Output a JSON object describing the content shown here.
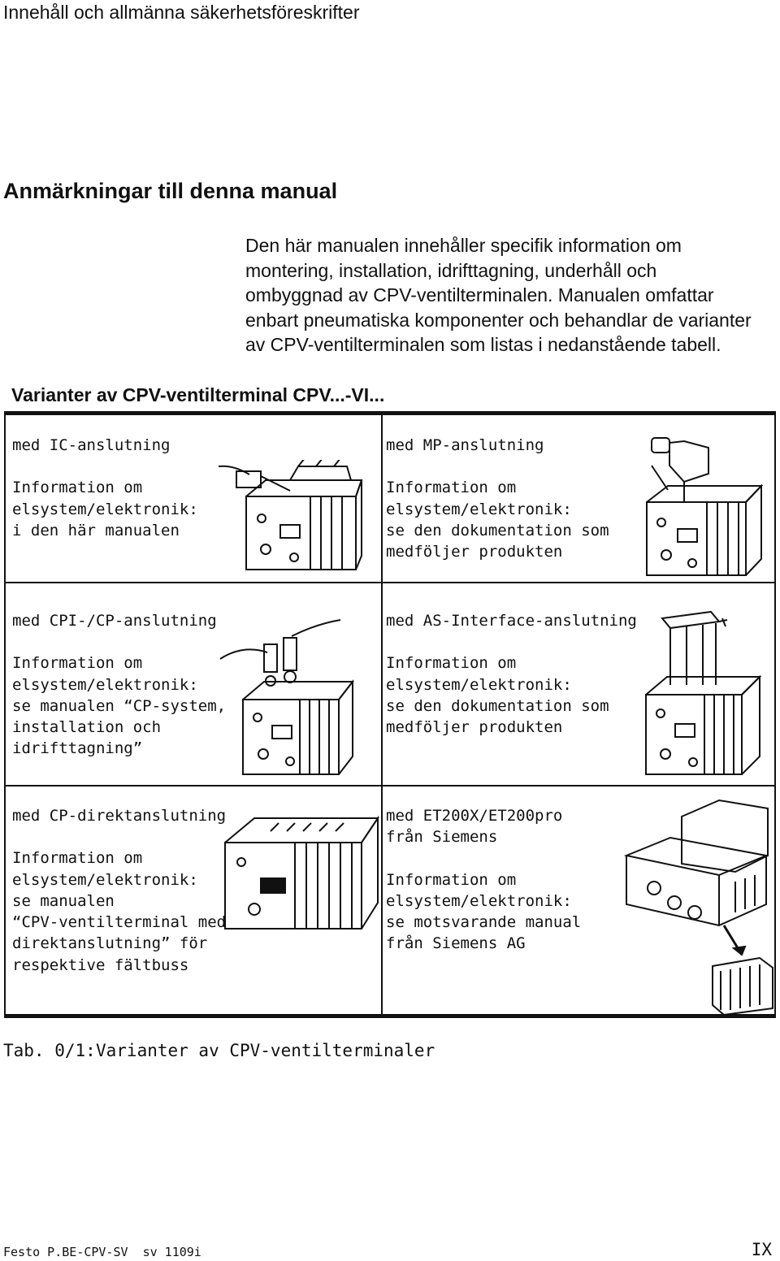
{
  "header": {
    "running_head": "Innehåll och allmänna säkerhetsföreskrifter"
  },
  "section": {
    "title": "Anmärkningar till denna manual",
    "intro_lines": [
      "Den här manualen innehåller specifik information om",
      "montering, installation, idrifttagning, underhåll och",
      "ombyggnad av CPV-ventilterminalen. Manualen omfattar",
      "enbart pneumatiska komponenter och behandlar de varianter",
      "av CPV-ventilterminalen som listas i nedanstående tabell."
    ]
  },
  "table": {
    "heading": "Varianter av CPV-ventilterminal CPV...-VI...",
    "rows": [
      {
        "left": {
          "title": "med IC-anslutning",
          "lines": [
            "Information om",
            "elsystem/elektronik:",
            "i den här manualen"
          ],
          "device_icon": "ic-terminal-icon"
        },
        "right": {
          "title": "med MP-anslutning",
          "lines": [
            "Information om",
            "elsystem/elektronik:",
            "se den dokumentation som",
            "medföljer produkten"
          ],
          "device_icon": "mp-terminal-icon"
        }
      },
      {
        "left": {
          "title": "med CPI-/CP-anslutning",
          "lines": [
            "Information om",
            "elsystem/elektronik:",
            "se manualen “CP-system,",
            "installation och",
            "idrifttagning”"
          ],
          "device_icon": "cpi-terminal-icon"
        },
        "right": {
          "title": "med AS-Interface-anslutning",
          "lines": [
            "Information om",
            "elsystem/elektronik:",
            "se den dokumentation som",
            "medföljer produkten"
          ],
          "device_icon": "asi-terminal-icon"
        }
      },
      {
        "left": {
          "title": "med CP-direktanslutning",
          "lines": [
            "Information om",
            "elsystem/elektronik:",
            "se manualen",
            "“CPV-ventilterminal med",
            "direktanslutning” för",
            "respektive fältbuss"
          ],
          "device_icon": "direct-terminal-icon"
        },
        "right": {
          "title": "med ET200X/ET200pro",
          "title2": "från Siemens",
          "lines": [
            "Information om",
            "elsystem/elektronik:",
            "se motsvarande manual",
            "från Siemens AG"
          ],
          "device_icon": "et200-terminal-icon"
        }
      }
    ],
    "caption_number": "Tab. 0/1:",
    "caption_text": "Varianter av CPV-ventilterminaler"
  },
  "footer": {
    "doc_id": "Festo P.BE-CPV-SV  sv 1109i",
    "page": "IX"
  }
}
